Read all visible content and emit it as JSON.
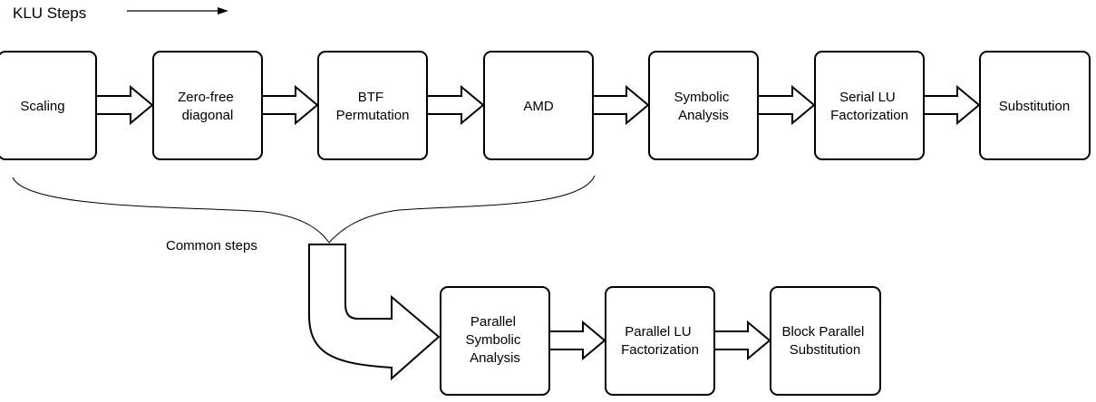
{
  "header": {
    "label": "KLU Steps"
  },
  "brace": {
    "label": "Common steps"
  },
  "serial_steps": [
    {
      "lines": [
        "Scaling"
      ]
    },
    {
      "lines": [
        "Zero-free",
        "diagonal"
      ]
    },
    {
      "lines": [
        "BTF",
        "Permutation"
      ]
    },
    {
      "lines": [
        "AMD"
      ]
    },
    {
      "lines": [
        "Symbolic",
        "Analysis"
      ]
    },
    {
      "lines": [
        "Serial LU",
        "Factorization"
      ]
    },
    {
      "lines": [
        "Substitution"
      ]
    }
  ],
  "parallel_steps": [
    {
      "lines": [
        "Parallel",
        "Symbolic",
        "Analysis"
      ]
    },
    {
      "lines": [
        "Parallel LU",
        "Factorization"
      ]
    },
    {
      "lines": [
        "Block Parallel",
        "Substitution"
      ]
    }
  ]
}
